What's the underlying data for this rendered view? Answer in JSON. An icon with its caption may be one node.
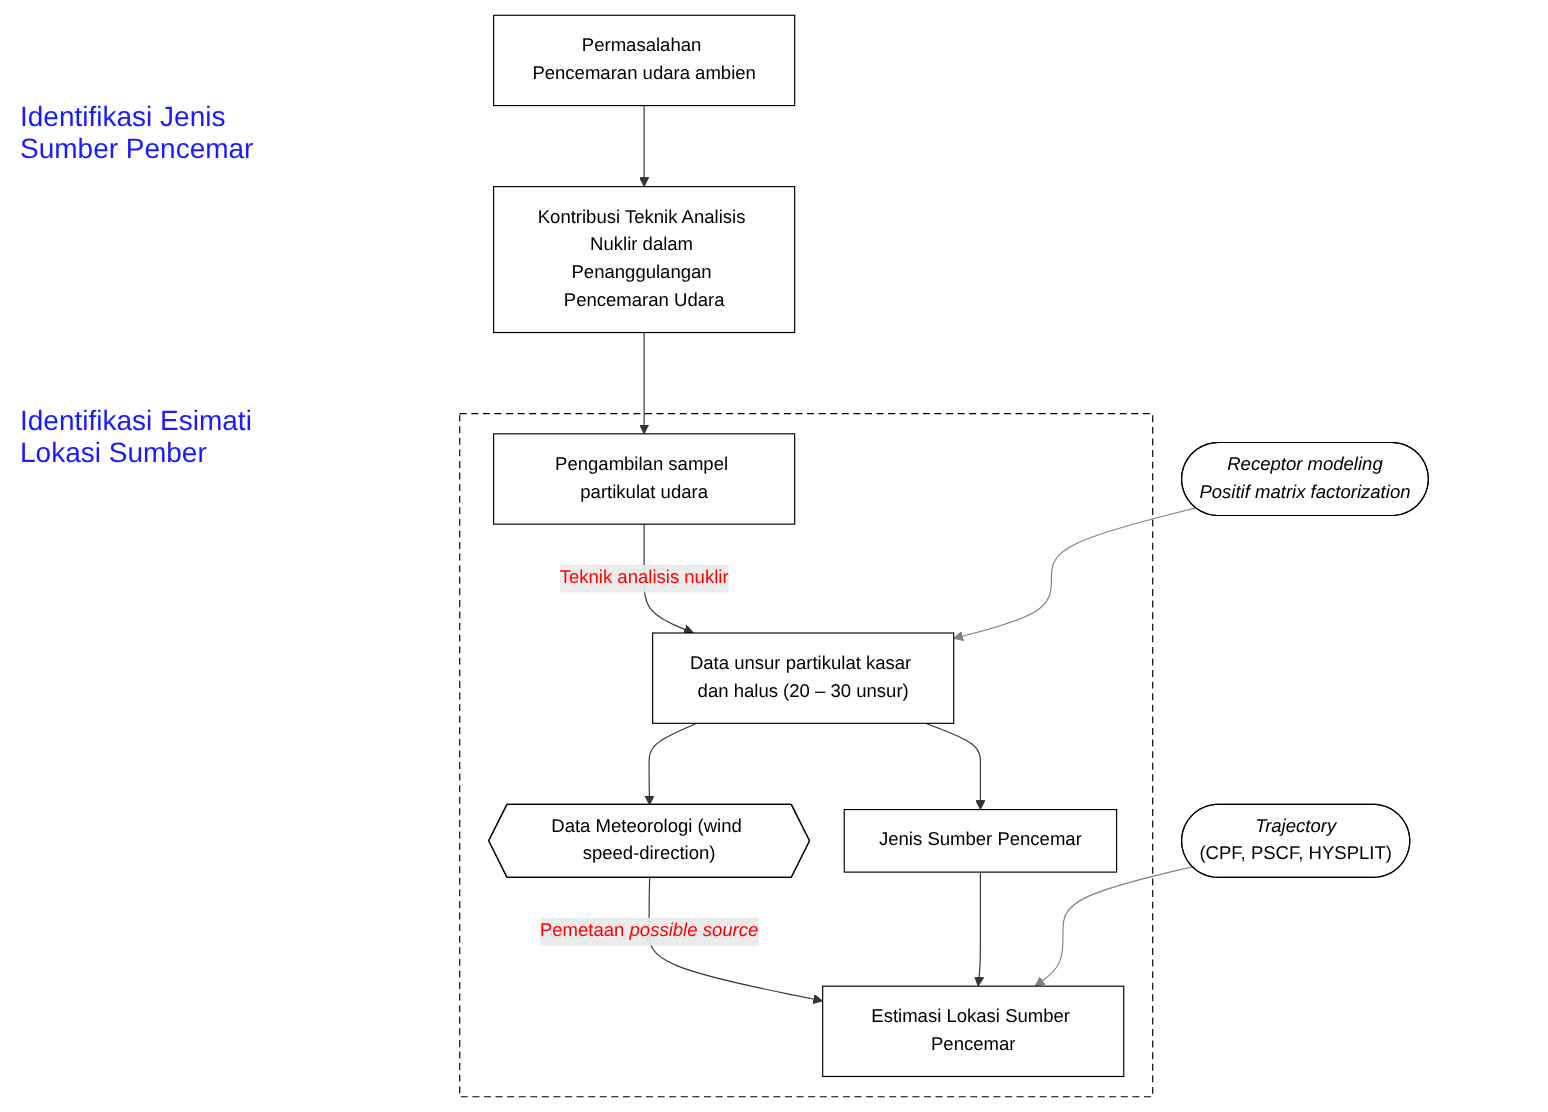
{
  "diagram": {
    "nodes": [
      {
        "text": [
          "Permasalahan Pencemaran udara ambien"
        ]
      },
      {
        "text": [
          "Kontribusi Teknik Analisis Nuklir dalam Penanggulangan Pencemaran Udara"
        ]
      },
      {
        "text": [],
        "shape": "box"
      },
      {
        "text": [
          "Pengambilan sampel partikulat udara"
        ],
        "in": 2
      },
      {
        "text": [
          "Data unsur partikulat kasar dan halus (20 – 30 unsur)"
        ],
        "in": 2
      },
      {
        "text": [
          "Jenis Sumber Pencemar"
        ],
        "in": 2
      },
      {
        "text": [
          "Data Meteorologi (wind speed-direction)"
        ],
        "in": 2
      },
      {
        "text": [
          "Estimasi Lokasi Sumber Pencemar"
        ],
        "in": 2
      },
      {
        "text": [
          "Receptor modeling",
          "Positif matrix factorization"
        ]
      },
      {
        "text": [
          "Trajectory",
          "(CPF, PSCF, HYSPLIT)"
        ]
      }
    ],
    "edges": [
      {
        "from": 0,
        "to": 1,
        "arrow": "to"
      },
      {
        "from": 1,
        "to": 3,
        "arrow": "to"
      },
      {
        "from": 3,
        "to": 4,
        "arrow": "to",
        "label": "Teknik analisis nuklir"
      },
      {
        "from": 4,
        "to": 5,
        "arrow": "to"
      },
      {
        "from": 4,
        "to": 6,
        "arrow": "to"
      },
      {
        "from": 6,
        "to": 7,
        "arrow": "to",
        "label": "Pemetaan *possible source*"
      },
      {
        "from": 5,
        "to": 7,
        "arrow": "to"
      },
      {
        "from": 8,
        "to": 4,
        "arrow": "to",
        "color": "#808080"
      },
      {
        "from": 9,
        "to": 7,
        "arrow": "to",
        "color": "#808080"
      }
    ],
    "labels": [
      "Identifikasi Jenis Sumber Pencemar",
      "Identifikasi Esimati Lokasi Sumber"
    ]
  }
}
